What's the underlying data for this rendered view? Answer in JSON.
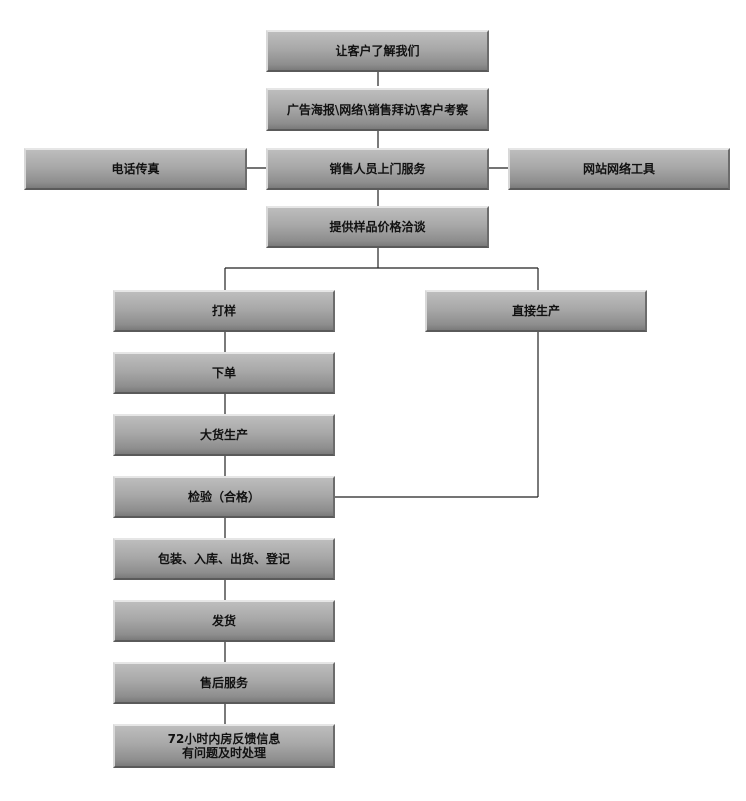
{
  "nodes": {
    "n1": "让客户了解我们",
    "n2": "广告海报\\网络\\销售拜访\\客户考察",
    "n3_left": "电话传真",
    "n3": "销售人员上门服务",
    "n3_right": "网站网络工具",
    "n4": "提供样品价格洽谈",
    "n5_left": "打样",
    "n5_right": "直接生产",
    "n6": "下单",
    "n7": "大货生产",
    "n8": "检验（合格）",
    "n9": "包装、入库、出货、登记",
    "n10": "发货",
    "n11": "售后服务",
    "n12_line1": "72小时内房反馈信息",
    "n12_line2": "有问题及时处理"
  }
}
